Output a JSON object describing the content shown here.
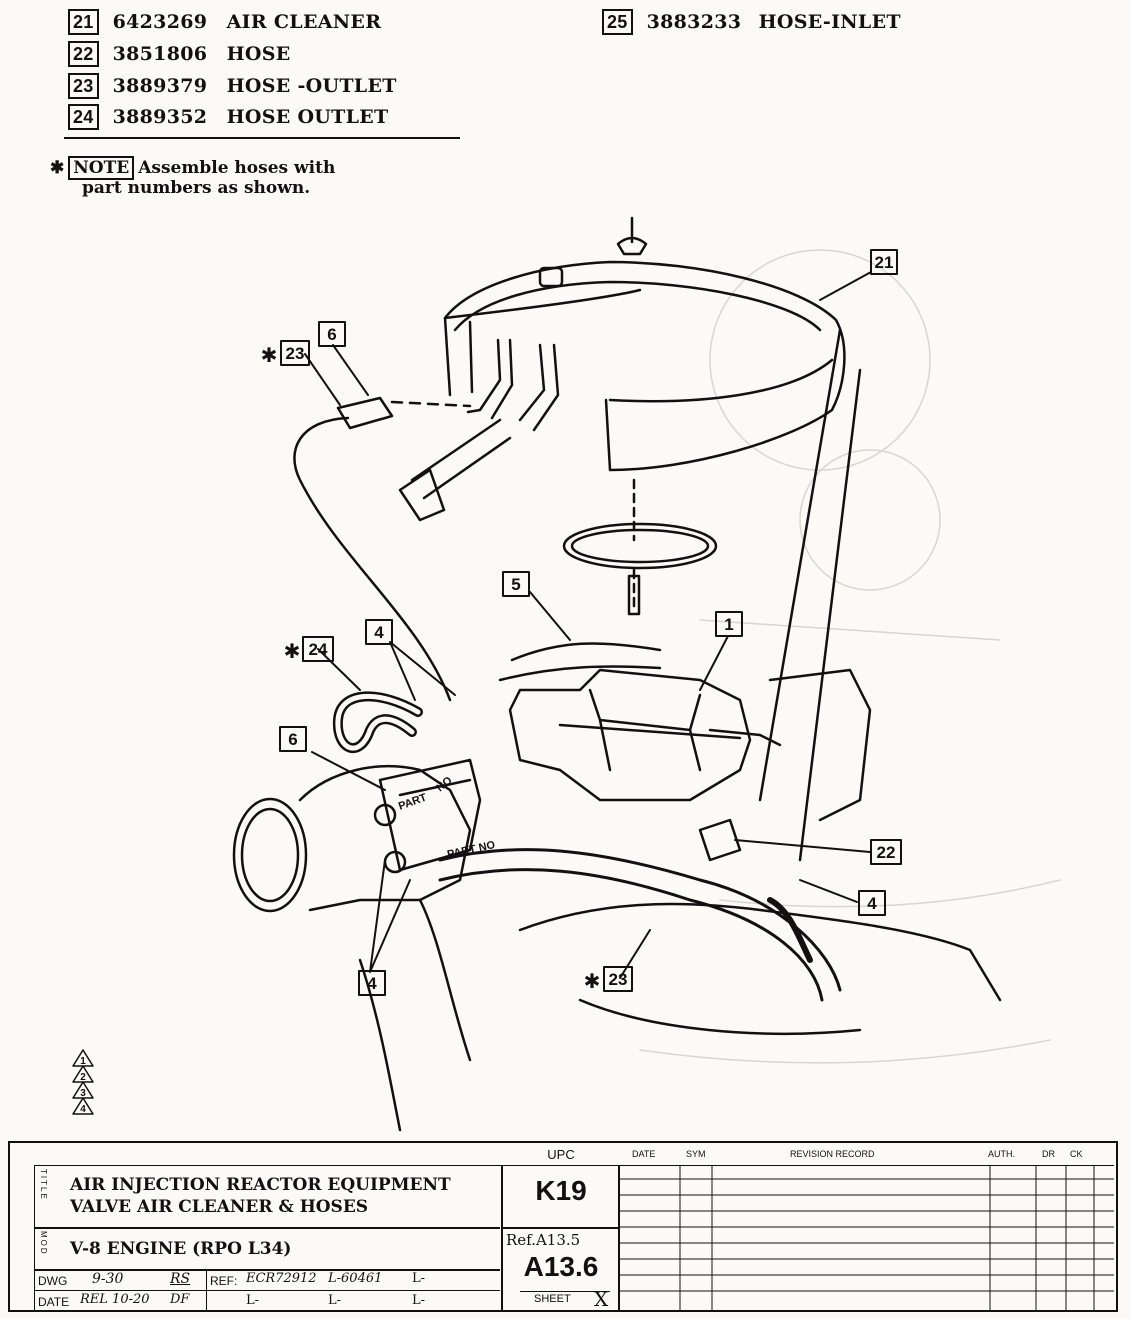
{
  "parts_list": [
    {
      "ref": "21",
      "part_number": "6423269",
      "description": "AIR CLEANER"
    },
    {
      "ref": "22",
      "part_number": "3851806",
      "description": "HOSE"
    },
    {
      "ref": "23",
      "part_number": "3889379",
      "description": "HOSE -OUTLET"
    },
    {
      "ref": "24",
      "part_number": "3889352",
      "description": "HOSE OUTLET"
    },
    {
      "ref": "25",
      "part_number": "3883233",
      "description": "HOSE-INLET"
    }
  ],
  "note": {
    "star": "✱",
    "label": "NOTE",
    "line1": "Assemble hoses with",
    "line2": "part numbers as shown."
  },
  "callouts": {
    "c21": "21",
    "c6a": "6",
    "c23a": "23",
    "c5": "5",
    "c1": "1",
    "c4a": "4",
    "c24": "24",
    "c6b": "6",
    "c22": "22",
    "c4b": "4",
    "c23b": "23",
    "c4c": "4"
  },
  "diagram_labels": {
    "part_a": "PART",
    "no": "NO",
    "part_b": "PART NO"
  },
  "revision_marks": [
    "1",
    "2",
    "3",
    "4"
  ],
  "title_block": {
    "title_tag": "TITLE",
    "title_line1": "AIR INJECTION REACTOR EQUIPMENT",
    "title_line2": "VALVE AIR CLEANER & HOSES",
    "model_tag": "MOD",
    "model": "V-8 ENGINE (RPO L34)",
    "dwg_label": "DWG",
    "dwg_value": "9-30",
    "dwg_initials": "RS",
    "date_label": "DATE",
    "date_value": "REL 10-20",
    "date_initials": "DF",
    "ref_label": "REF:",
    "ref_values": [
      "ECR72912",
      "L-60461",
      "L-",
      "L-",
      "L-",
      "L-"
    ],
    "upc_label": "UPC",
    "upc_value": "K19",
    "ref_a": "Ref.A13.5",
    "sheet_code": "A13.6",
    "sheet_label": "SHEET",
    "sheet_mark": "X",
    "rev_headers": [
      "DATE",
      "SYM",
      "REVISION RECORD",
      "AUTH.",
      "DR",
      "CK"
    ]
  }
}
